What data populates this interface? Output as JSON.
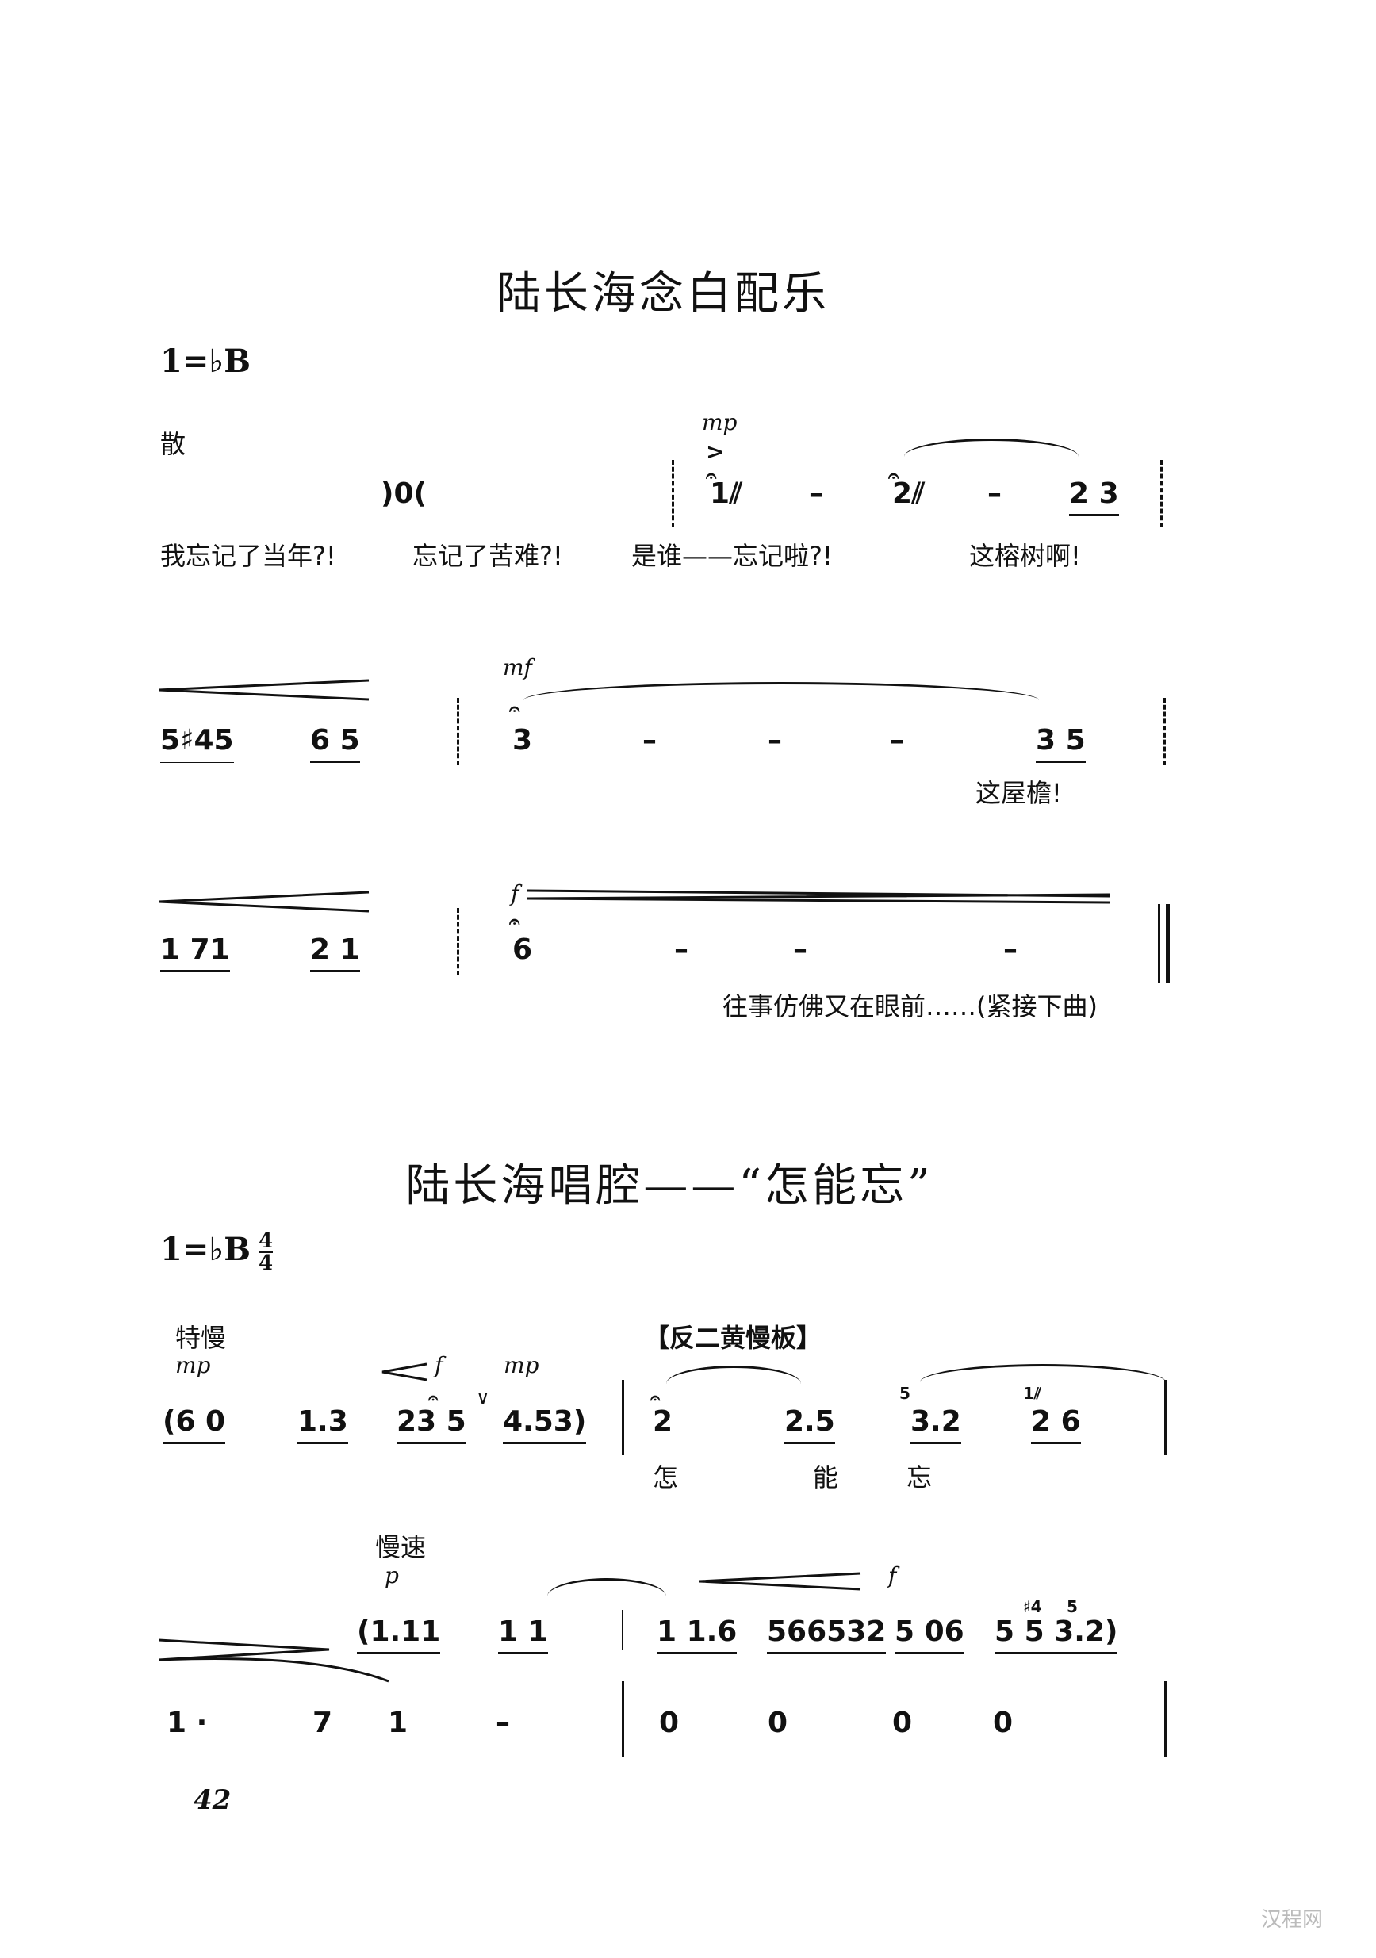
{
  "piece1": {
    "title": "陆长海念白配乐",
    "key": "1=♭B",
    "tempo": "散",
    "line1": {
      "rest": ")0(",
      "dynamic": "mp",
      "accent": ">",
      "notes": [
        "1⫽",
        "–",
        "2⫽",
        "–",
        "2 3"
      ],
      "lyrics": [
        "我忘记了当年?!",
        "忘记了苦难?!",
        "是谁——忘记啦?!",
        "这榕树啊!"
      ]
    },
    "line2": {
      "notes_a": [
        "5♯45",
        "6 5"
      ],
      "dynamic": "mf",
      "notes_b": [
        "3",
        "–",
        "–",
        "–",
        "3 5"
      ],
      "lyric": "这屋檐!"
    },
    "line3": {
      "notes_a": [
        "1 71",
        "2 1"
      ],
      "dynamic": "f",
      "notes_b": [
        "6",
        "–",
        "–",
        "–"
      ],
      "lyric": "往事仿佛又在眼前……(紧接下曲)"
    }
  },
  "piece2": {
    "title": "陆长海唱腔——“怎能忘”",
    "key": "1=♭B",
    "time_top": "4",
    "time_bottom": "4",
    "tempo": "特慢",
    "section": "【反二黄慢板】",
    "line1": {
      "dyn1": "mp",
      "dyn2": "f",
      "dyn3": "mp",
      "breath": "∨",
      "intro": [
        "(6 0",
        "1.3",
        "23 5",
        "4.53)"
      ],
      "notes": [
        "2",
        "2.5",
        "3.2",
        "2 6"
      ],
      "grace": [
        "5",
        "1⫽"
      ],
      "lyrics": [
        "怎",
        "能",
        "忘"
      ]
    },
    "line2": {
      "tempo": "慢速",
      "dyn1": "p",
      "dyn2": "f",
      "notes_a": [
        "(1.11",
        "1 1"
      ],
      "notes_b": [
        "1 1.6",
        "566532",
        "5 06",
        "5 5 3.2)"
      ],
      "grace": [
        "♯4",
        "5"
      ]
    },
    "line3": {
      "notes_a": [
        "1 ·",
        "7",
        "1",
        "–"
      ],
      "notes_b": [
        "0",
        "0",
        "0",
        "0"
      ]
    }
  },
  "page_number": "42",
  "watermark": "汉程网"
}
